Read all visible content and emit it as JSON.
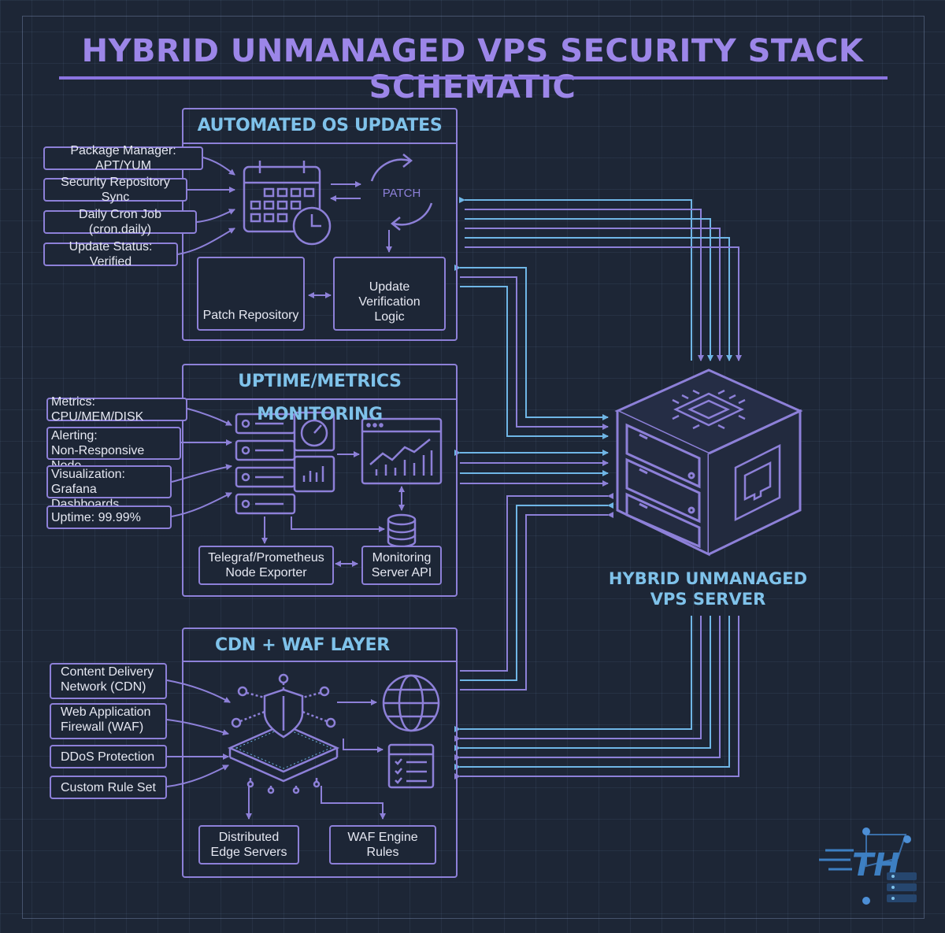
{
  "title": "HYBRID UNMANAGED VPS SECURITY STACK SCHEMATIC",
  "server": {
    "line1": "HYBRID UNMANAGED",
    "line2": "VPS SERVER"
  },
  "sections": {
    "os_updates": {
      "title": "AUTOMATED OS UPDATES",
      "inputs": [
        "Package Manager: APT/YUM",
        "Security Repository Sync",
        "Daily Cron Job (cron.daily)",
        "Update Status: Verified"
      ],
      "patch_label": "PATCH",
      "boxes": {
        "repo": "Patch Repository",
        "verify_line1": "Update Verification",
        "verify_line2": "Logic"
      }
    },
    "monitoring": {
      "title": "UPTIME/METRICS MONITORING",
      "inputs": [
        {
          "line1": "Metrics: CPU/MEM/DISK",
          "line2": ""
        },
        {
          "line1": "Alerting:",
          "line2": "Non-Responsive Node"
        },
        {
          "line1": "Visualization:",
          "line2": "Grafana Dashboards"
        },
        {
          "line1": "Uptime: 99.99%",
          "line2": ""
        }
      ],
      "boxes": {
        "exporter_line1": "Telegraf/Prometheus",
        "exporter_line2": "Node Exporter",
        "api_line1": "Monitoring",
        "api_line2": "Server API"
      }
    },
    "cdn_waf": {
      "title": "CDN + WAF LAYER",
      "inputs": [
        {
          "line1": "Content Delivery",
          "line2": "Network (CDN)"
        },
        {
          "line1": "Web Application",
          "line2": "Firewall (WAF)"
        },
        {
          "line1": "DDoS Protection",
          "line2": ""
        },
        {
          "line1": "Custom Rule Set",
          "line2": ""
        }
      ],
      "boxes": {
        "edge_line1": "Distributed",
        "edge_line2": "Edge Servers",
        "rules_line1": "WAF Engine",
        "rules_line2": "Rules"
      }
    }
  },
  "colors": {
    "accent_purple": "#8d80d8",
    "accent_blue": "#6fb6e6",
    "title_purple": "#9c86e8",
    "background": "#1d2636"
  },
  "icons": [
    "calendar-clock-icon",
    "patch-cycle-icon",
    "database-cloud-icon",
    "gear-icon",
    "server-rack-icon",
    "gauge-icon",
    "bar-chart-icon",
    "line-chart-window-icon",
    "database-icon",
    "shield-network-icon",
    "globe-icon",
    "checklist-icon",
    "vps-cube-icon",
    "cpu-chip-icon",
    "ethernet-port-icon",
    "brand-logo-icon"
  ]
}
